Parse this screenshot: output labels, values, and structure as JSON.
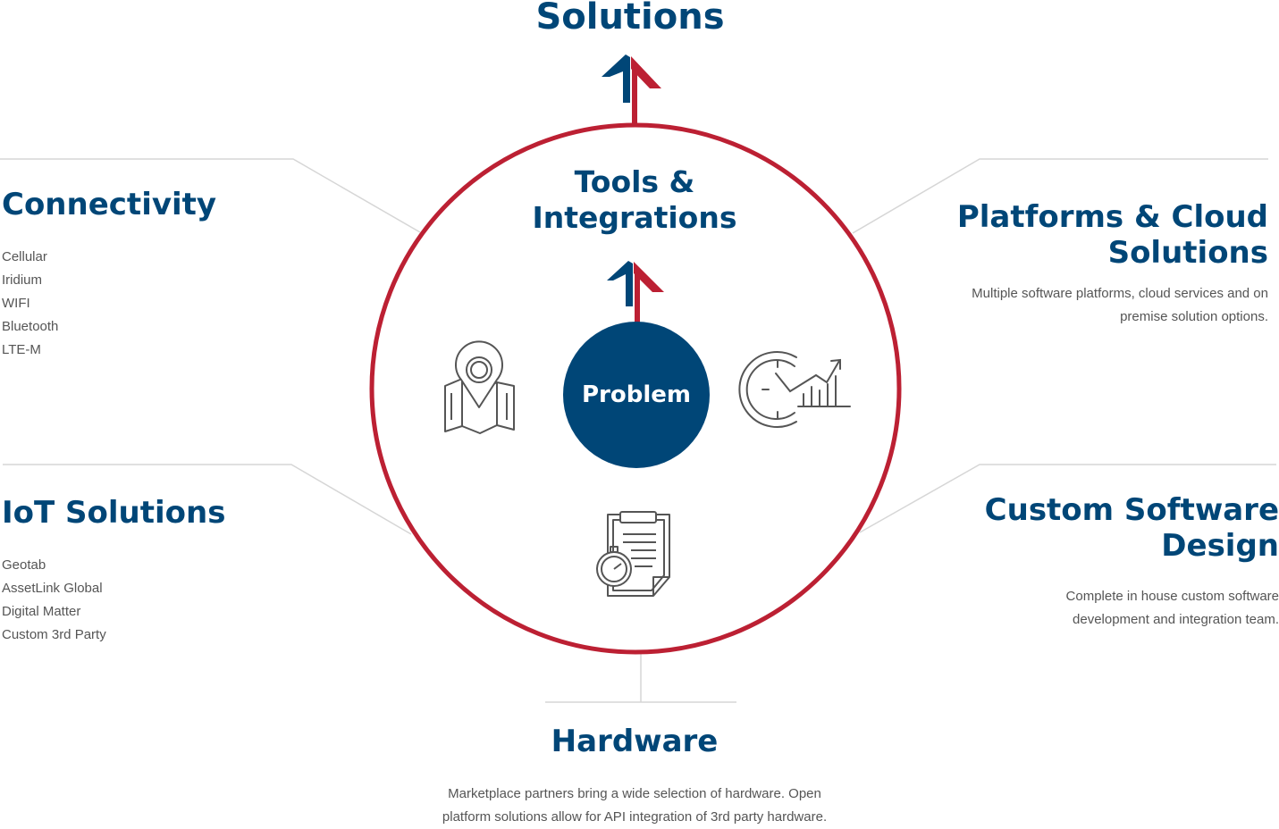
{
  "colors": {
    "navy": "#004677",
    "red": "#BC2033",
    "text_gray": "#555555",
    "line_gray": "#d6d6d6",
    "icon_gray": "#555555"
  },
  "solutions": {
    "title": "Solutions"
  },
  "tools": {
    "title_line1": "Tools &",
    "title_line2": "Integrations"
  },
  "problem": {
    "label": "Problem"
  },
  "connectivity": {
    "title": "Connectivity",
    "items": [
      "Cellular",
      "Iridium",
      "WIFI",
      "Bluetooth",
      "LTE-M"
    ]
  },
  "iot": {
    "title": "IoT Solutions",
    "items": [
      "Geotab",
      "AssetLink Global",
      "Digital Matter",
      "Custom 3rd Party"
    ]
  },
  "platforms": {
    "title_line1": "Platforms & Cloud",
    "title_line2": "Solutions",
    "desc_line1": "Multiple software platforms, cloud services and on",
    "desc_line2": "premise solution options."
  },
  "custom_software": {
    "title_line1": "Custom Software",
    "title_line2": "Design",
    "desc_line1": "Complete in house custom software",
    "desc_line2": "development and integration team."
  },
  "hardware": {
    "title": "Hardware",
    "desc_line1": "Marketplace partners bring a wide selection of hardware. Open",
    "desc_line2": "platform solutions allow for API integration of 3rd party hardware."
  },
  "icons": [
    "map-pin-icon",
    "clock-chart-icon",
    "clipboard-stopwatch-icon"
  ]
}
